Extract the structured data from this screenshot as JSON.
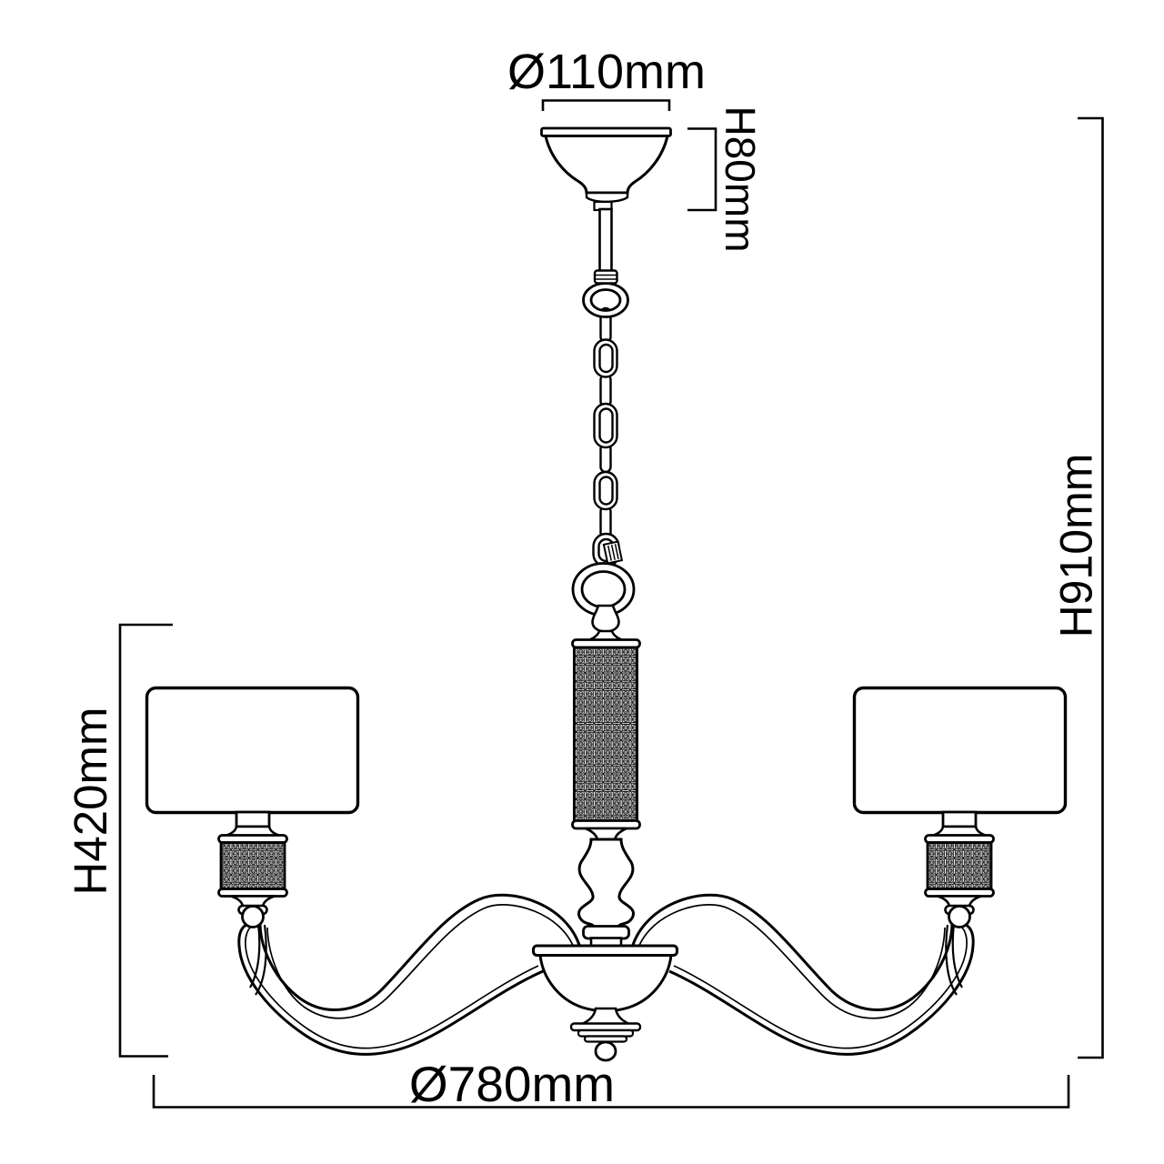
{
  "drawing": {
    "title": "chandelier-technical-dimension-drawing",
    "background_color": "#ffffff",
    "line_color": "#000000",
    "dimensions": {
      "canopy_diameter": "Ø110mm",
      "canopy_height": "H80mm",
      "overall_height": "H910mm",
      "body_height": "H420mm",
      "overall_diameter": "Ø780mm"
    },
    "parts": [
      "ceiling-canopy",
      "suspension-rod",
      "hanging-ring",
      "chain-links",
      "quick-link-connector",
      "hanging-loop",
      "crystal-beaded-column",
      "baluster",
      "scroll-arm-left",
      "scroll-arm-right",
      "lampshade-left",
      "lampshade-right",
      "beaded-candle-drum",
      "center-bowl",
      "finial"
    ]
  }
}
